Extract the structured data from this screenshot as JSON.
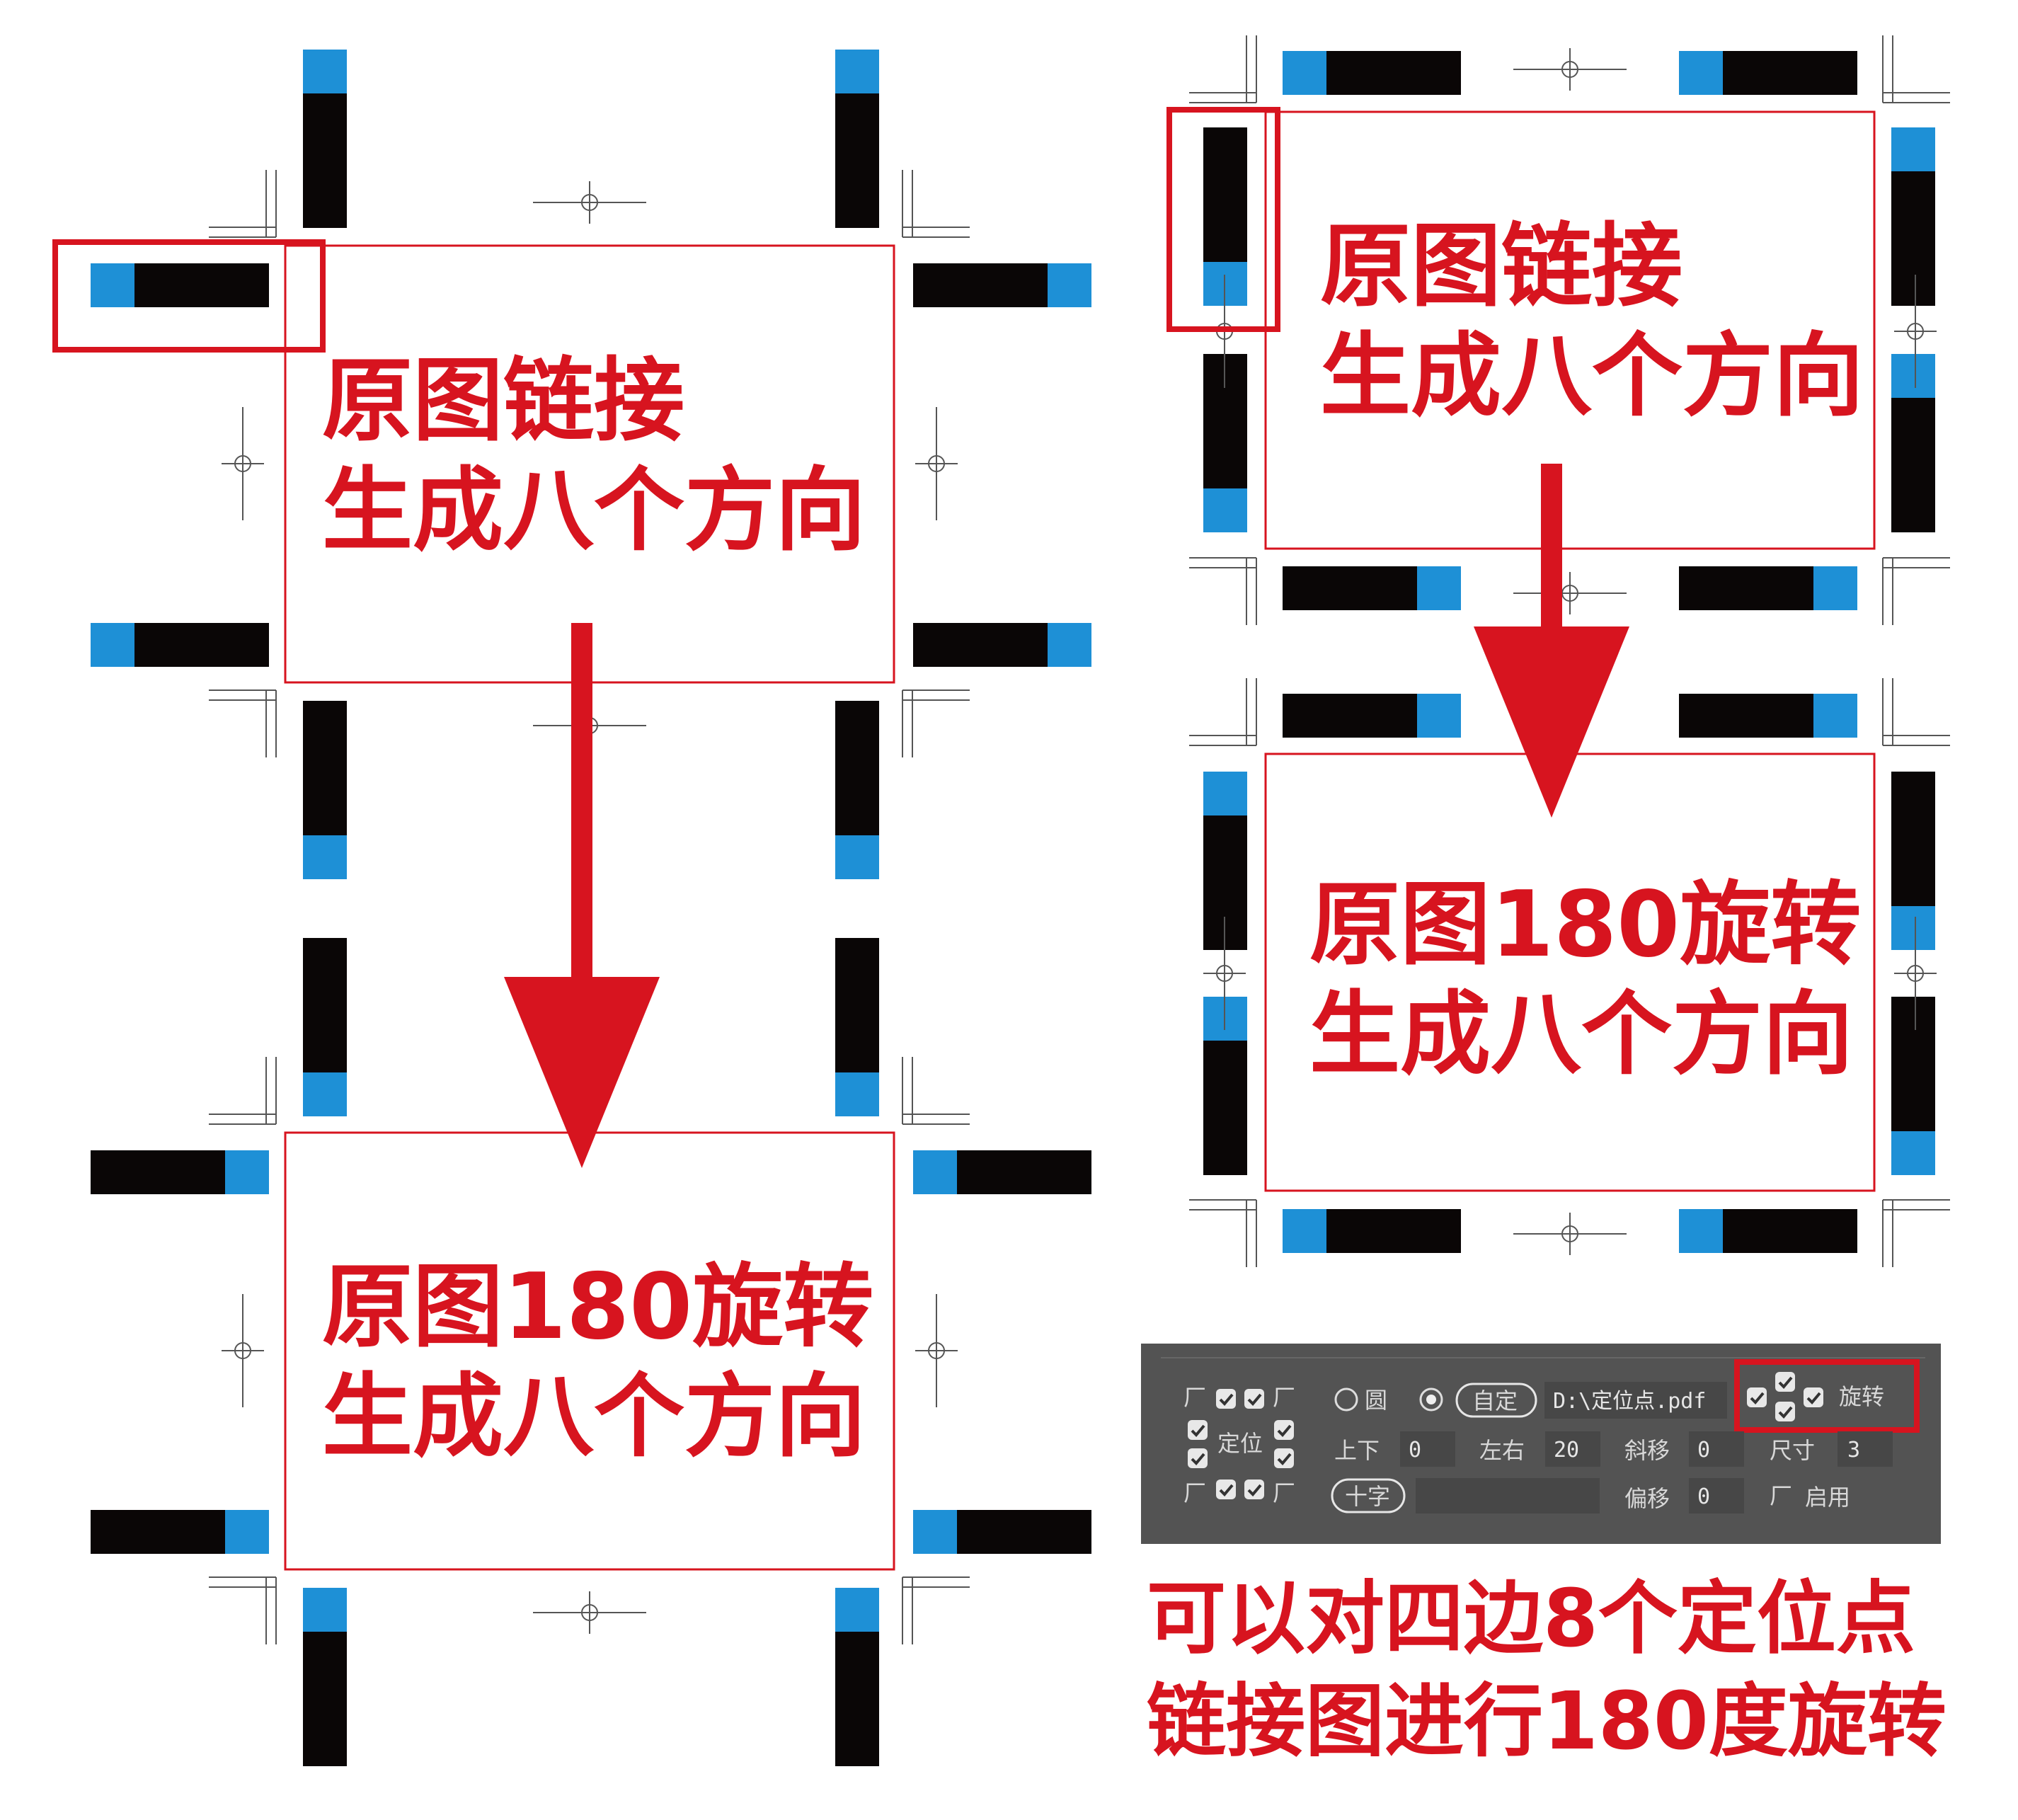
{
  "labels": {
    "link_line1": "原图链接",
    "link_line2": "生成八个方向",
    "rot_line1": "原图180旋转",
    "rot_line2": "生成八个方向",
    "caption_line1": "可以对四边8个定位点",
    "caption_line2": "链接图进行180度旋转"
  },
  "ui_panel": {
    "positioning_label": "定位",
    "radio_circle": "圆",
    "custom_button": "自定",
    "path_value": "D:\\定位点.pdf",
    "rotate_label": "旋转",
    "updown_label": "上下",
    "updown_value": "0",
    "leftright_label": "左右",
    "leftright_value": "20",
    "skew_label": "斜移",
    "skew_value": "0",
    "size_label": "尺寸",
    "size_value": "3",
    "cross_button": "十字",
    "offset_label": "偏移",
    "offset_value": "0",
    "enable_label": "启用"
  },
  "colors": {
    "accent_red": "#d7141f",
    "marker_blue": "#1e90d6",
    "marker_black": "#0a0606",
    "panel_bg": "#535353"
  }
}
